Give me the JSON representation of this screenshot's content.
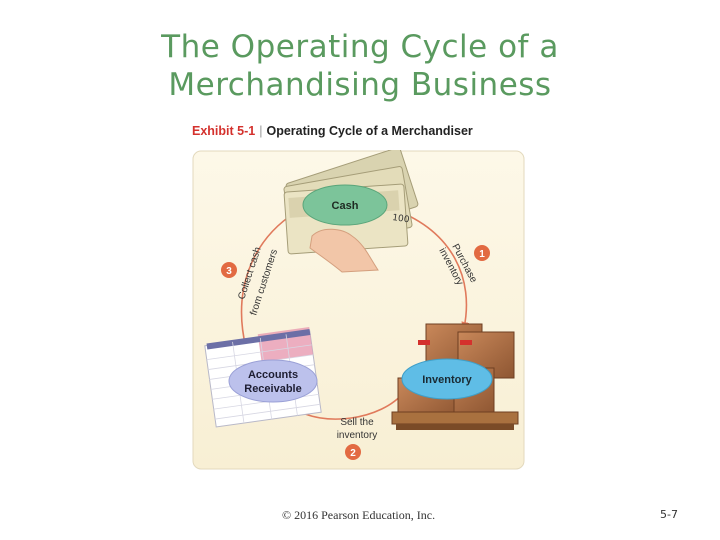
{
  "slide": {
    "title_line1": "The Operating Cycle of a",
    "title_line2": "Merchandising Business"
  },
  "exhibit": {
    "label": "Exhibit 5-1",
    "divider": "|",
    "title": "Operating Cycle of a Merchandiser"
  },
  "diagram": {
    "nodes": {
      "cash": "Cash",
      "inventory": "Inventory",
      "receivable_line1": "Accounts",
      "receivable_line2": "Receivable"
    },
    "steps": [
      {
        "number": "1",
        "line1": "Purchase",
        "line2": "inventory"
      },
      {
        "number": "2",
        "line1": "Sell the",
        "line2": "inventory"
      },
      {
        "number": "3",
        "line1": "Collect cash",
        "line2": "from customers"
      }
    ],
    "colors": {
      "node_green": "#7cc49a",
      "node_blue": "#5fbde6",
      "node_lavender": "#bcc1ec",
      "arrow": "#e07a5c",
      "step_badge": "#e26a42",
      "panel_bg": "#fbf5e2"
    }
  },
  "footer": {
    "copyright": "© 2016 Pearson Education, Inc.",
    "page": "5-7"
  }
}
